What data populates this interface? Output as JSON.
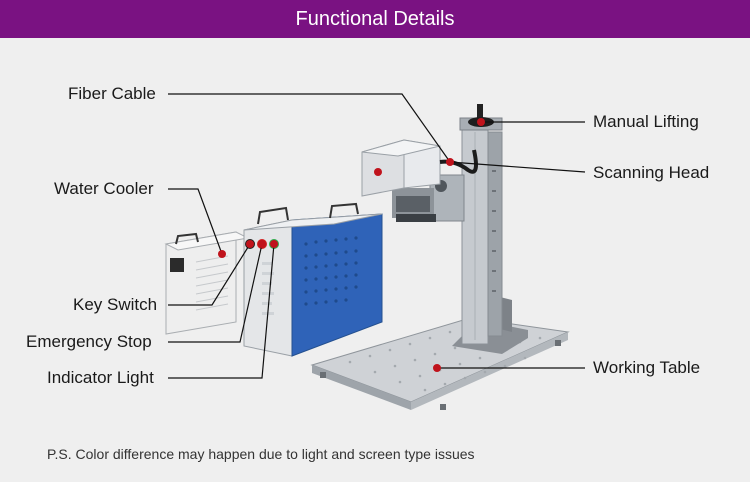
{
  "header": {
    "title": "Functional Details"
  },
  "labels": {
    "fiber_cable": "Fiber Cable",
    "water_cooler": "Water Cooler",
    "key_switch": "Key Switch",
    "emergency_stop": "Emergency Stop",
    "indicator_light": "Indicator Light",
    "manual_lifting": "Manual Lifting",
    "scanning_head": "Scanning Head",
    "working_table": "Working Table"
  },
  "footer": {
    "note": "P.S. Color difference may happen due to light and screen type issues"
  },
  "colors": {
    "banner": "#7a1282",
    "marker": "#c0131c",
    "background": "#efefef",
    "cabinet_panel": "#2f63b8"
  }
}
